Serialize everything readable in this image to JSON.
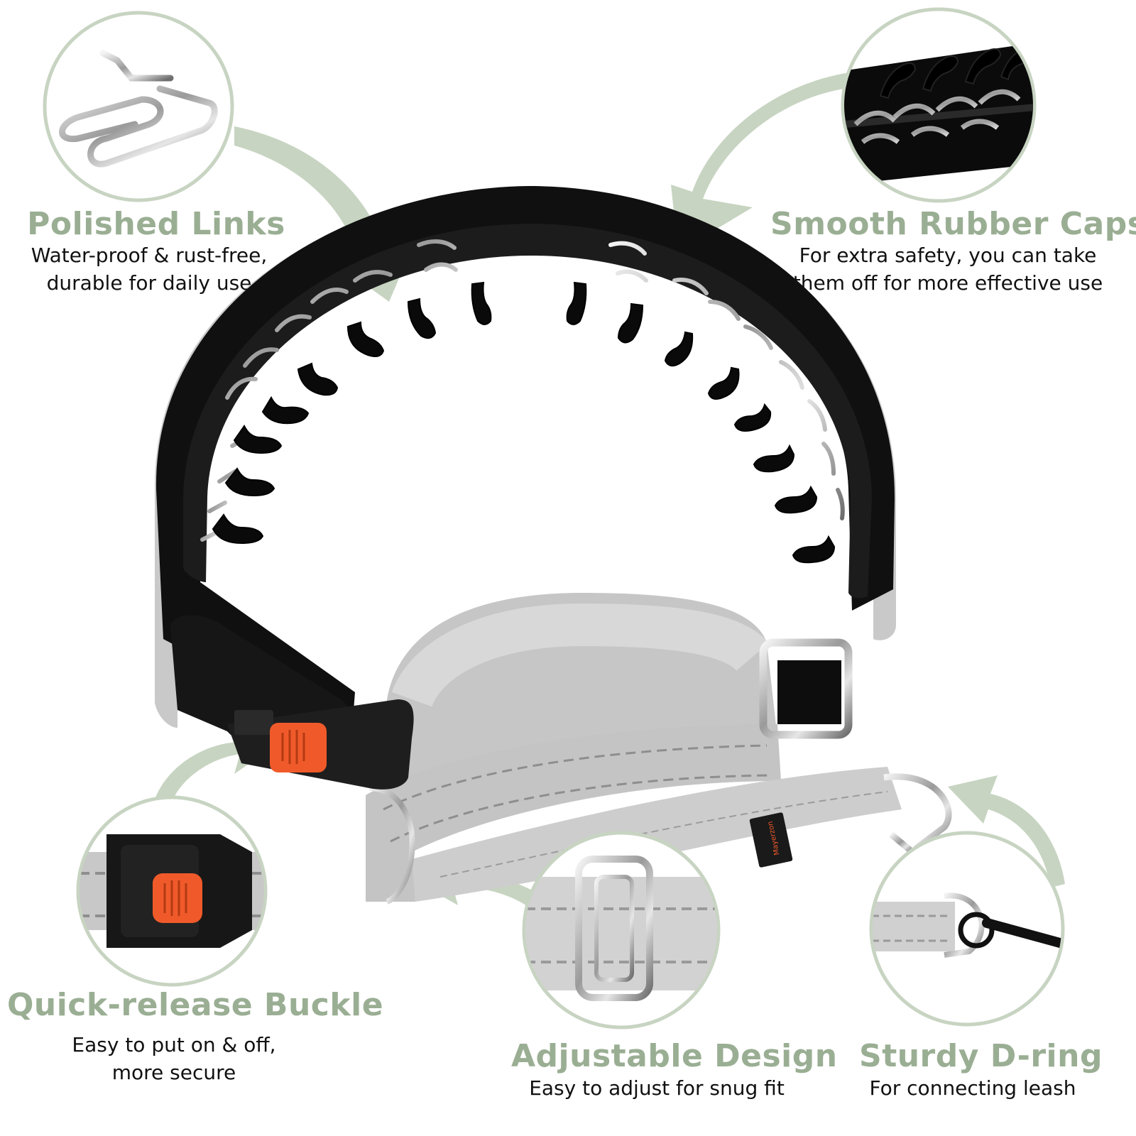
{
  "colors": {
    "accent": "#9AAE93",
    "accent_light": "#C7D4C1",
    "circle_border": "#C8D4C2",
    "collar_black": "#111111",
    "webbing_gray": "#C9C9C9",
    "stitch_gray": "#8E8E8E",
    "release_button": "#F05A2A"
  },
  "features": {
    "polished_links": {
      "title": "Polished Links",
      "description": "Water-proof & rust-free,\ndurable for daily use",
      "icon": "metal-link-icon"
    },
    "rubber_caps": {
      "title": "Smooth Rubber Caps",
      "description": "For extra safety, you can take\nthem off for more effective use",
      "icon": "rubber-cap-icon"
    },
    "buckle": {
      "title": "Quick-release Buckle",
      "description": "Easy to put on & off,\nmore secure",
      "icon": "buckle-icon"
    },
    "adjustable": {
      "title": "Adjustable Design",
      "description": "Easy to adjust for snug fit",
      "icon": "slider-buckle-icon"
    },
    "d_ring": {
      "title": "Sturdy D-ring",
      "description": "For connecting leash",
      "icon": "d-ring-icon"
    }
  },
  "brand_tag": "Mayerzon"
}
